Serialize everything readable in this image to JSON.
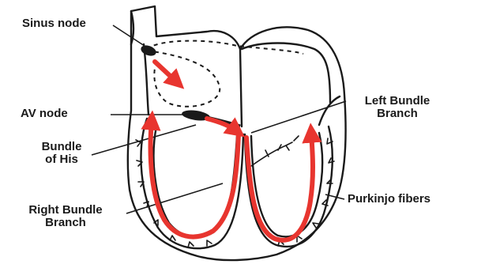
{
  "labels": {
    "sinus_node": "Sinus node",
    "av_node": "AV node",
    "bundle_of_his": [
      "Bundle",
      "of His"
    ],
    "right_bundle_branch": [
      "Right Bundle",
      "Branch"
    ],
    "left_bundle_branch": [
      "Left Bundle",
      "Branch"
    ],
    "purkinje_fibers": "Purkinjo fibers"
  },
  "colors": {
    "outline": "#1a1a1a",
    "conduction_arrow": "#e8352f",
    "background": "#ffffff"
  }
}
